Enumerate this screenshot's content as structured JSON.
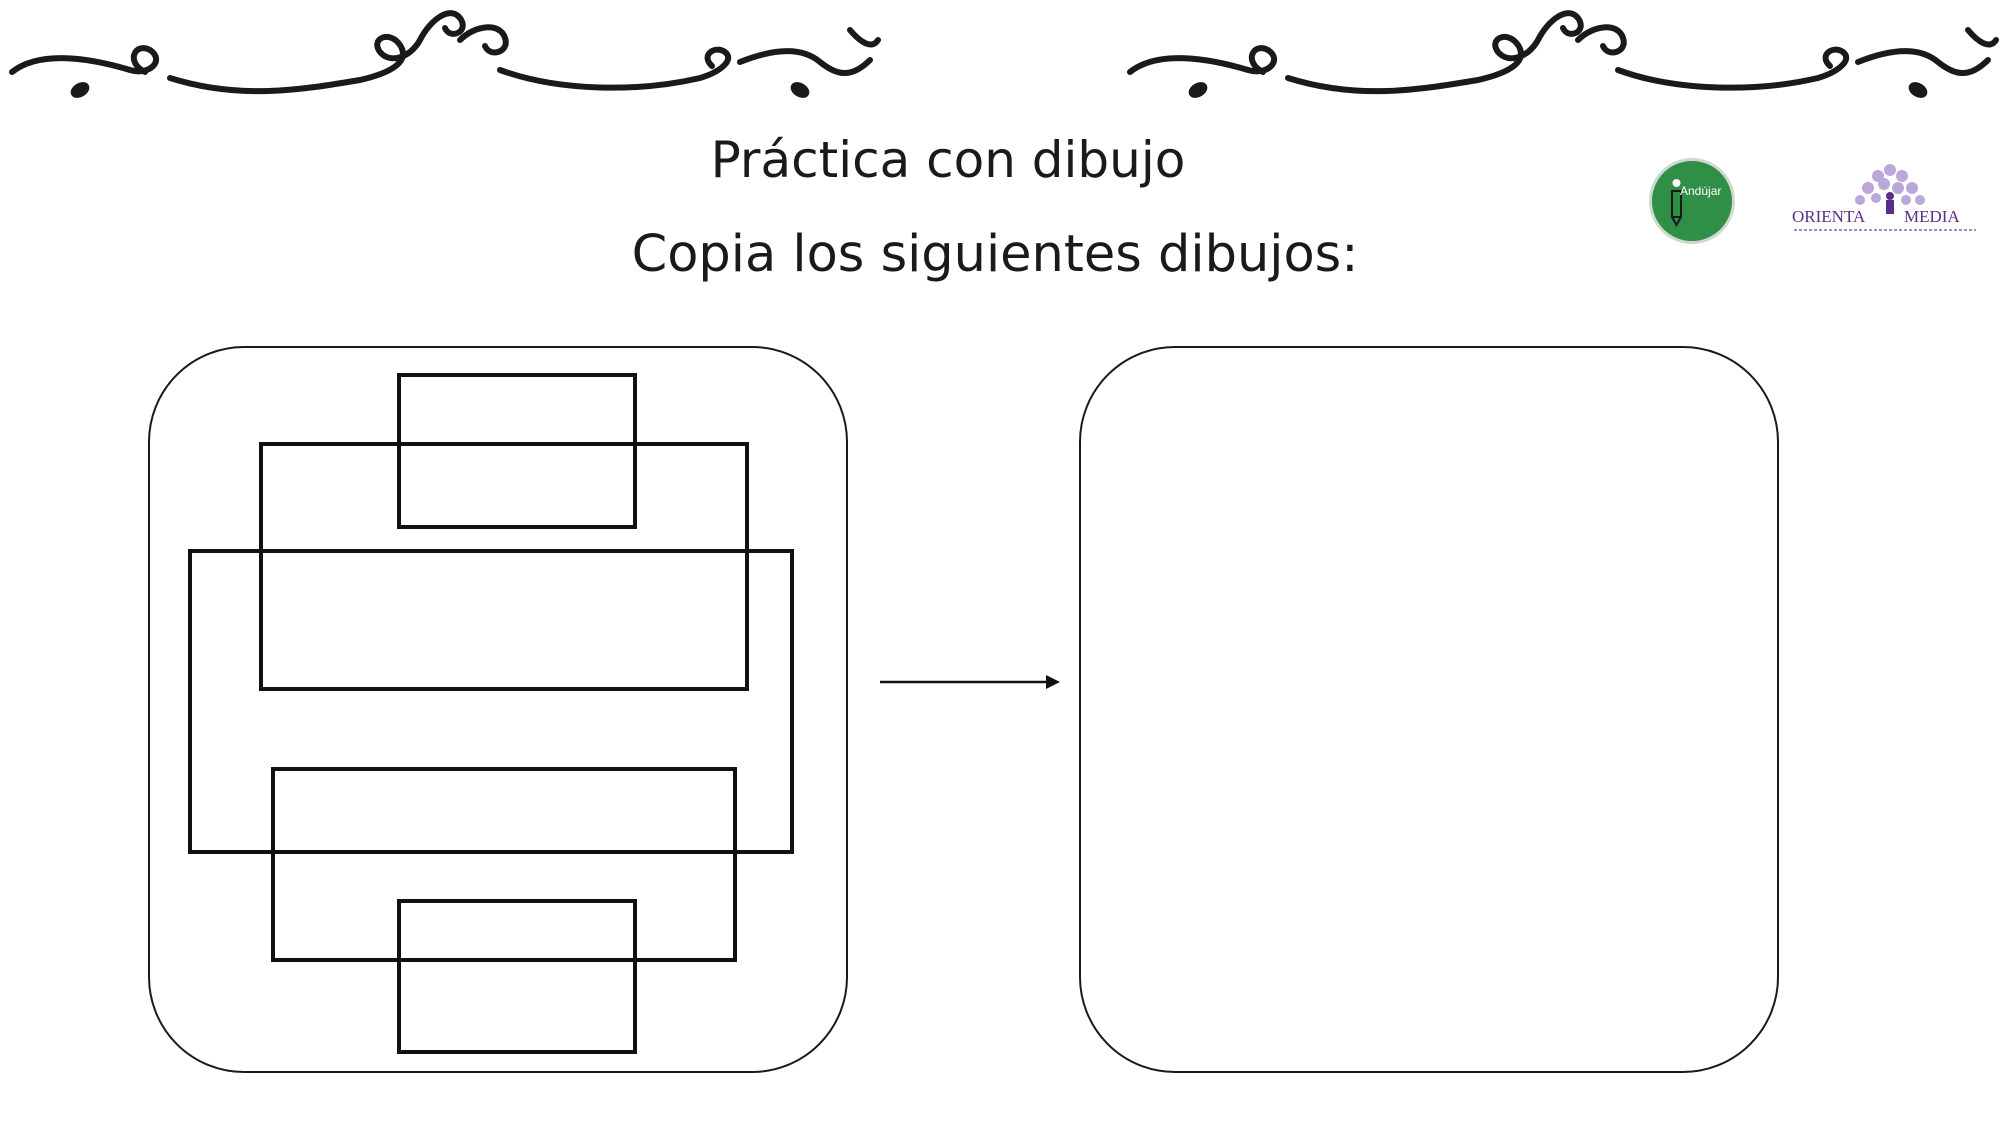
{
  "header": {
    "title": "Práctica con dibujo",
    "instruction": "Copia los siguientes dibujos:"
  },
  "logos": {
    "andujar_text": "Andújar",
    "orienta_text": "ORIENTA MEDIA"
  },
  "colors": {
    "ink": "#1a1a1a",
    "andujar_green": "#2f8f46",
    "orienta_purple": "#7a4fa8"
  },
  "icons": [
    "ornament-divider",
    "pencil-icon",
    "arrow-right-icon"
  ]
}
